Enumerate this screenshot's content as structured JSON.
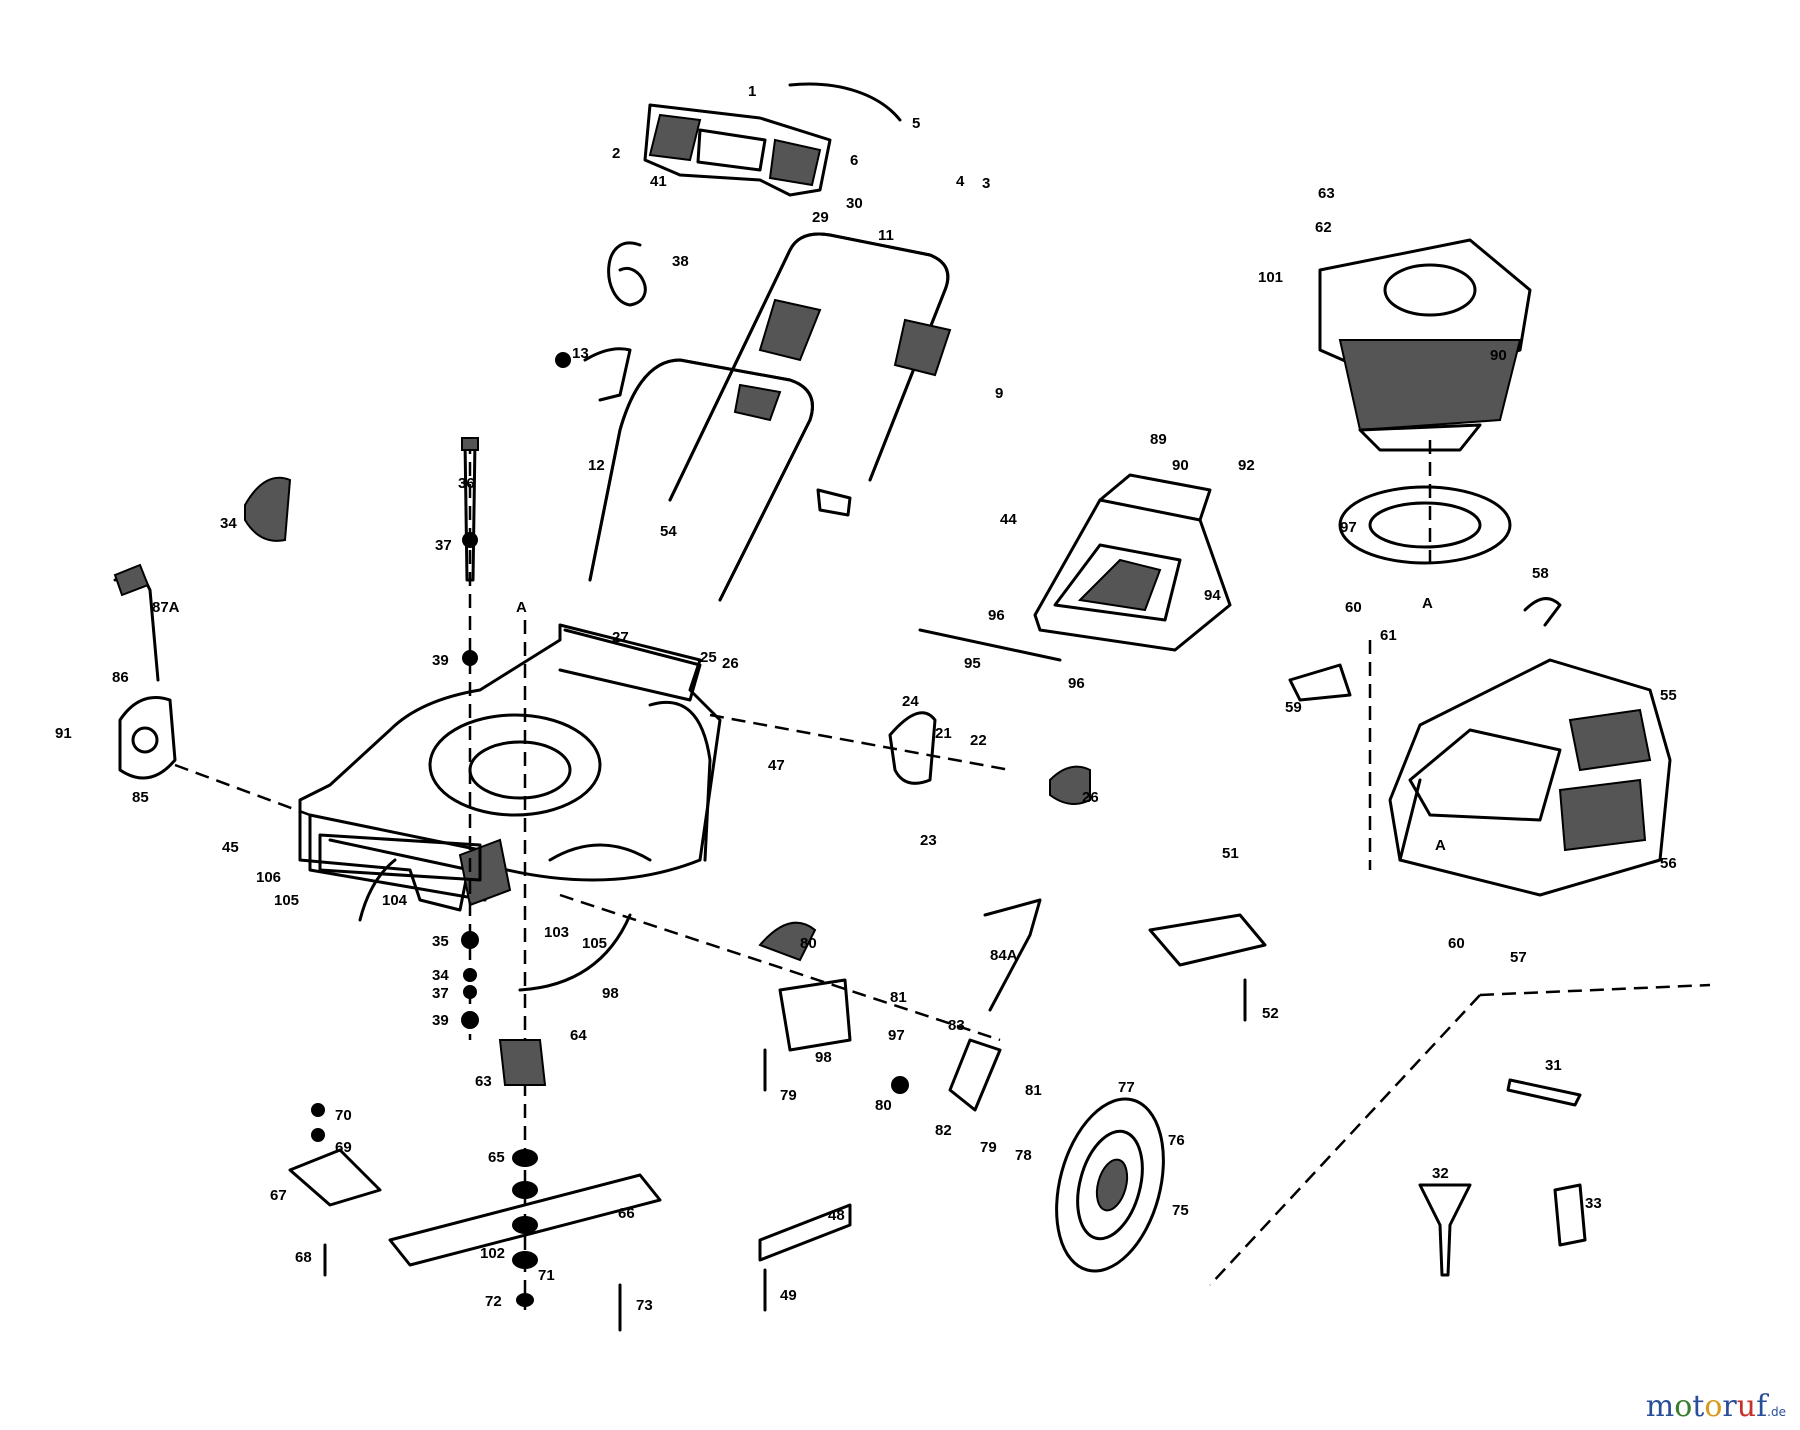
{
  "watermark": {
    "text": "motoruf",
    "suffix": ".de"
  },
  "labels": [
    {
      "id": "l1",
      "text": "1"
    },
    {
      "id": "l2",
      "text": "2"
    },
    {
      "id": "l3",
      "text": "3"
    },
    {
      "id": "l4",
      "text": "4"
    },
    {
      "id": "l5",
      "text": "5"
    },
    {
      "id": "l6",
      "text": "6"
    },
    {
      "id": "l9",
      "text": "9"
    },
    {
      "id": "l11",
      "text": "11"
    },
    {
      "id": "l12",
      "text": "12"
    },
    {
      "id": "l13",
      "text": "13"
    },
    {
      "id": "l21",
      "text": "21"
    },
    {
      "id": "l22",
      "text": "22"
    },
    {
      "id": "l23",
      "text": "23"
    },
    {
      "id": "l24",
      "text": "24"
    },
    {
      "id": "l25",
      "text": "25"
    },
    {
      "id": "l26",
      "text": "26"
    },
    {
      "id": "l27",
      "text": "27"
    },
    {
      "id": "l29",
      "text": "29"
    },
    {
      "id": "l30",
      "text": "30"
    },
    {
      "id": "l31",
      "text": "31"
    },
    {
      "id": "l32",
      "text": "32"
    },
    {
      "id": "l33",
      "text": "33"
    },
    {
      "id": "l34",
      "text": "34"
    },
    {
      "id": "l35",
      "text": "35"
    },
    {
      "id": "l36",
      "text": "36"
    },
    {
      "id": "l37",
      "text": "37"
    },
    {
      "id": "l38",
      "text": "38"
    },
    {
      "id": "l39",
      "text": "39"
    },
    {
      "id": "l41",
      "text": "41"
    },
    {
      "id": "l44",
      "text": "44"
    },
    {
      "id": "l45",
      "text": "45"
    },
    {
      "id": "l47",
      "text": "47"
    },
    {
      "id": "l48",
      "text": "48"
    },
    {
      "id": "l49",
      "text": "49"
    },
    {
      "id": "l51",
      "text": "51"
    },
    {
      "id": "l52",
      "text": "52"
    },
    {
      "id": "l54",
      "text": "54"
    },
    {
      "id": "l55",
      "text": "55"
    },
    {
      "id": "l56",
      "text": "56"
    },
    {
      "id": "l57",
      "text": "57"
    },
    {
      "id": "l58",
      "text": "58"
    },
    {
      "id": "l59",
      "text": "59"
    },
    {
      "id": "l60",
      "text": "60"
    },
    {
      "id": "l61",
      "text": "61"
    },
    {
      "id": "l62",
      "text": "62"
    },
    {
      "id": "l63",
      "text": "63"
    },
    {
      "id": "l64",
      "text": "64"
    },
    {
      "id": "l65",
      "text": "65"
    },
    {
      "id": "l66",
      "text": "66"
    },
    {
      "id": "l67",
      "text": "67"
    },
    {
      "id": "l68",
      "text": "68"
    },
    {
      "id": "l69",
      "text": "69"
    },
    {
      "id": "l70",
      "text": "70"
    },
    {
      "id": "l71",
      "text": "71"
    },
    {
      "id": "l72",
      "text": "72"
    },
    {
      "id": "l73",
      "text": "73"
    },
    {
      "id": "l75",
      "text": "75"
    },
    {
      "id": "l76",
      "text": "76"
    },
    {
      "id": "l77",
      "text": "77"
    },
    {
      "id": "l78",
      "text": "78"
    },
    {
      "id": "l79",
      "text": "79"
    },
    {
      "id": "l80",
      "text": "80"
    },
    {
      "id": "l81",
      "text": "81"
    },
    {
      "id": "l82",
      "text": "82"
    },
    {
      "id": "l83",
      "text": "83"
    },
    {
      "id": "l84a",
      "text": "84A"
    },
    {
      "id": "l85",
      "text": "85"
    },
    {
      "id": "l86",
      "text": "86"
    },
    {
      "id": "l87a",
      "text": "87A"
    },
    {
      "id": "l89",
      "text": "89"
    },
    {
      "id": "l90",
      "text": "90"
    },
    {
      "id": "l91",
      "text": "91"
    },
    {
      "id": "l92",
      "text": "92"
    },
    {
      "id": "l94",
      "text": "94"
    },
    {
      "id": "l95",
      "text": "95"
    },
    {
      "id": "l96",
      "text": "96"
    },
    {
      "id": "l97",
      "text": "97"
    },
    {
      "id": "l98",
      "text": "98"
    },
    {
      "id": "l101",
      "text": "101"
    },
    {
      "id": "l102",
      "text": "102"
    },
    {
      "id": "l103",
      "text": "103"
    },
    {
      "id": "l104",
      "text": "104"
    },
    {
      "id": "l105",
      "text": "105"
    },
    {
      "id": "l106",
      "text": "106"
    },
    {
      "id": "lA1",
      "text": "A"
    },
    {
      "id": "lA2",
      "text": "A"
    },
    {
      "id": "lA3",
      "text": "A"
    }
  ]
}
